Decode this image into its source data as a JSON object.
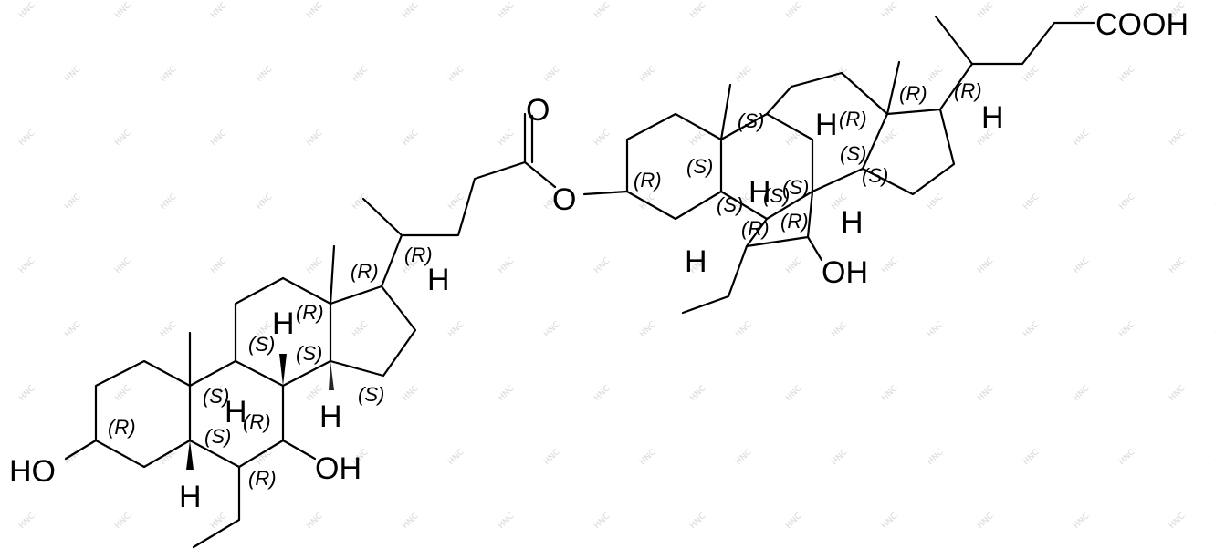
{
  "molecule": {
    "labels": {
      "ho_left": "HO",
      "oh_left": "OH",
      "h_left_a": "H",
      "h_left_b": "H",
      "h_left_c": "H",
      "h_left_d": "H",
      "h_left_side": "H",
      "o_carbonyl": "O",
      "o_ester": "O",
      "h_right_a": "H",
      "h_right_b": "H",
      "h_right_c": "H",
      "h_right_d": "H",
      "oh_right": "OH",
      "h_right_side": "H",
      "cooh": "COOH"
    },
    "stereo_descriptors": [
      "(R)",
      "(S)",
      "(S)",
      "(R)",
      "(R)",
      "(S)",
      "(S)",
      "(S)",
      "(R)",
      "(R)",
      "(R)",
      "(S)",
      "(R)",
      "(S)",
      "(S)",
      "(S)",
      "(R)",
      "(R)",
      "(S)",
      "(S)",
      "(R)",
      "(R)",
      "(R)",
      "(S)"
    ],
    "watermark": "HNC"
  }
}
